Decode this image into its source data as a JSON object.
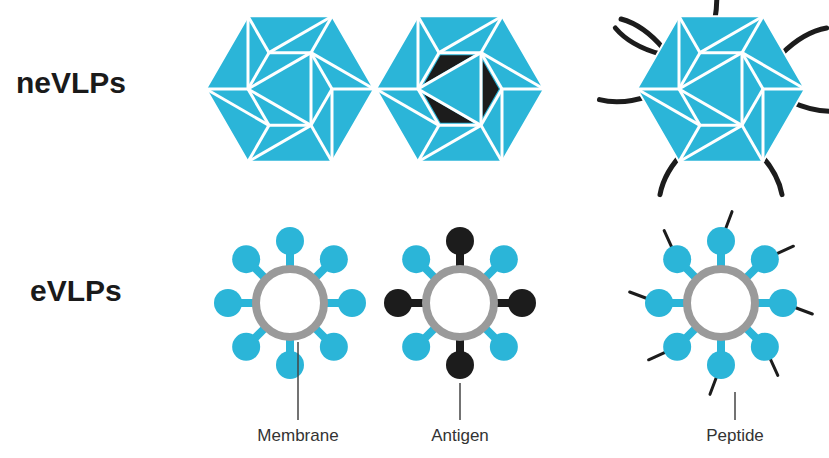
{
  "diagram": {
    "labels": [
      "neVLPs",
      "eVLPs",
      "Membrane",
      "Antigen",
      "Peptide"
    ]
  }
}
